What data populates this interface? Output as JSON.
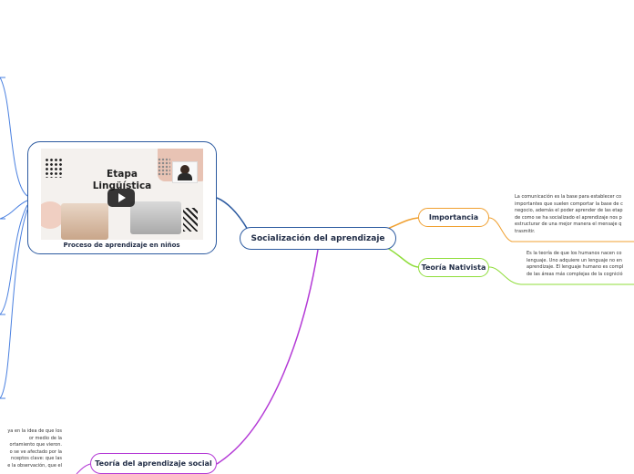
{
  "central": {
    "label": "Socialización del aprendizaje"
  },
  "branches": {
    "importancia": {
      "label": "Importancia",
      "text": "La comunicación es la base para establecer co\nimportantes que suelen comportar la base de c\nnegocio, además el poder aprender de las etap\nde como se ha socializado el aprendizaje nos p\nestructurar de una mejor manera el mensaje q\ntrasmitir."
    },
    "nativista": {
      "label": "Teoría Nativista",
      "text": "Es la teoría de que los humanos nacen co\nlenguaje. Uno adquiere un lenguaje no en\naprendizaje. El lenguaje humano es compl\nde las áreas más complejas de la cognició"
    },
    "social": {
      "label": "Teoría del aprendizaje social",
      "text": "ya en la idea de que los\nor medio de la\nortamiento que vieron.\no se ve afectado por la\nnceptos clave: que las\ne la observación, que el"
    },
    "video": {
      "title": "Etapa\nLingüística",
      "caption": "Proceso de aprendizaje en niños"
    }
  },
  "colors": {
    "central": "#2c5aa0",
    "importancia": "#f0a030",
    "nativista": "#8fdd3a",
    "social": "#b43ad6",
    "left": "#4a80e0"
  }
}
